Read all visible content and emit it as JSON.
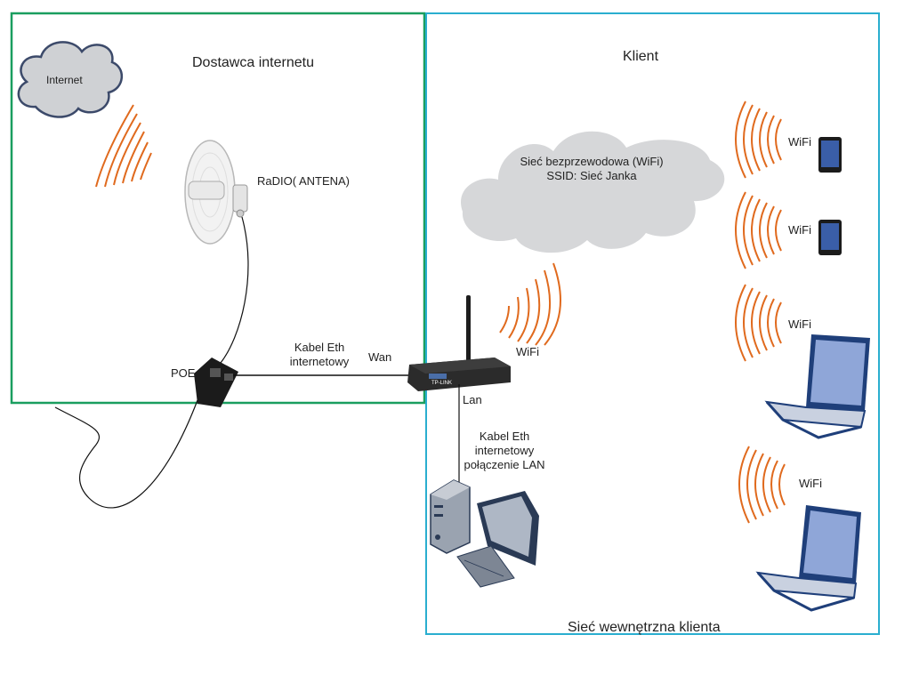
{
  "provider": {
    "title": "Dostawca internetu",
    "border_color": "#1a9e5f",
    "cloud_label": "Internet",
    "antenna_label": "RaDIO( ANTENA)",
    "poe_label": "POE",
    "cable_label_line1": "Kabel Eth",
    "cable_label_line2": "internetowy",
    "wan_label": "Wan"
  },
  "client": {
    "title": "Klient",
    "border_color": "#2aaecf",
    "wifi_cloud_line1": "Sieć bezprzewodowa (WiFi)",
    "wifi_cloud_line2": "SSID: Sieć Janka",
    "router_wifi_label": "WiFi",
    "router_brand": "TP-LINK",
    "lan_label": "Lan",
    "lan_cable_line1": "Kabel Eth",
    "lan_cable_line2": "internetowy",
    "lan_cable_line3": "połączenie LAN",
    "devices": [
      {
        "type": "tablet",
        "label": "WiFi"
      },
      {
        "type": "tablet",
        "label": "WiFi"
      },
      {
        "type": "laptop",
        "label": "WiFi"
      },
      {
        "type": "laptop",
        "label": "WiFi"
      }
    ],
    "footer": "Sieć wewnętrzna klienta"
  },
  "colors": {
    "wave": "#e06a1e",
    "cloud_fill": "#cfd1d4",
    "device_blue": "#1f3f7a",
    "screen_blue": "#8fa6d8"
  }
}
